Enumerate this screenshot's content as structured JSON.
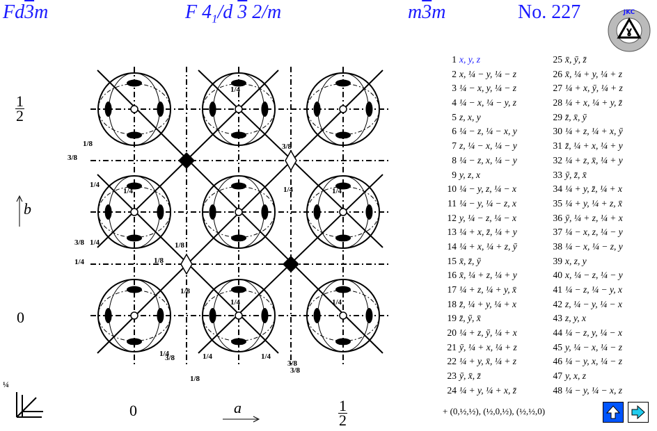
{
  "header": {
    "short_symbol": "Fd3m",
    "full_symbol": "F 41/d 3 2/m",
    "point_group": "m3m",
    "number": "No. 227"
  },
  "logo": {
    "text": "JKC",
    "icon": "jkc-logo-icon"
  },
  "diagram": {
    "axis_a": "a",
    "axis_b": "b",
    "label_left_half": "1/2",
    "label_left_zero": "0",
    "label_bottom_zero": "0",
    "label_bottom_half": "1/2",
    "fraction_labels": [
      "1/8",
      "3/8",
      "1/4",
      "3/8",
      "1/4",
      "1/8",
      "1/4",
      "1/8",
      "3/8",
      "1/4",
      "1/4",
      "1/4",
      "1/4",
      "1/4",
      "3/8",
      "1/8",
      "3/8",
      "1/4",
      "1/4",
      "1/8",
      "1/4",
      "1/4",
      "3/8"
    ]
  },
  "positions_left": [
    {
      "n": "1",
      "c": "x, y, z"
    },
    {
      "n": "2",
      "c": "x, ¼ − y, ¼ − z"
    },
    {
      "n": "3",
      "c": "¼ − x, y, ¼ − z"
    },
    {
      "n": "4",
      "c": "¼ − x, ¼ − y, z"
    },
    {
      "n": "5",
      "c": "z, x, y"
    },
    {
      "n": "6",
      "c": "¼ − z, ¼ − x, y"
    },
    {
      "n": "7",
      "c": "z, ¼ − x, ¼ − y"
    },
    {
      "n": "8",
      "c": "¼ − z, x, ¼ − y"
    },
    {
      "n": "9",
      "c": "y, z, x"
    },
    {
      "n": "10",
      "c": "¼ − y, z, ¼ − x"
    },
    {
      "n": "11",
      "c": "¼ − y, ¼ − z, x"
    },
    {
      "n": "12",
      "c": "y, ¼ − z, ¼ − x"
    },
    {
      "n": "13",
      "c": "¼ + x, z̄, ¼ + y"
    },
    {
      "n": "14",
      "c": "¼ + x, ¼ + z, ȳ"
    },
    {
      "n": "15",
      "c": "x̄, z̄, ȳ"
    },
    {
      "n": "16",
      "c": "x̄, ¼ + z, ¼ + y"
    },
    {
      "n": "17",
      "c": "¼ + z, ¼ + y, x̄"
    },
    {
      "n": "18",
      "c": "z̄, ¼ + y, ¼ + x"
    },
    {
      "n": "19",
      "c": "z̄, ȳ, x̄"
    },
    {
      "n": "20",
      "c": "¼ + z, ȳ, ¼ + x"
    },
    {
      "n": "21",
      "c": "ȳ, ¼ + x, ¼ + z"
    },
    {
      "n": "22",
      "c": "¼ + y, x̄, ¼ + z"
    },
    {
      "n": "23",
      "c": "ȳ, x̄, z̄"
    },
    {
      "n": "24",
      "c": "¼ + y, ¼ + x, z̄"
    }
  ],
  "positions_right": [
    {
      "n": "25",
      "c": "x̄, ȳ, z̄"
    },
    {
      "n": "26",
      "c": "x̄, ¼ + y, ¼ + z"
    },
    {
      "n": "27",
      "c": "¼ + x, ȳ, ¼ + z"
    },
    {
      "n": "28",
      "c": "¼ + x, ¼ + y, z̄"
    },
    {
      "n": "29",
      "c": "z̄, x̄, ȳ"
    },
    {
      "n": "30",
      "c": "¼ + z, ¼ + x, ȳ"
    },
    {
      "n": "31",
      "c": "z̄, ¼ + x, ¼ + y"
    },
    {
      "n": "32",
      "c": "¼ + z, x̄, ¼ + y"
    },
    {
      "n": "33",
      "c": "ȳ, z̄, x̄"
    },
    {
      "n": "34",
      "c": "¼ + y, z̄, ¼ + x"
    },
    {
      "n": "35",
      "c": "¼ + y, ¼ + z, x̄"
    },
    {
      "n": "36",
      "c": "ȳ, ¼ + z, ¼ + x"
    },
    {
      "n": "37",
      "c": "¼ − x, z, ¼ − y"
    },
    {
      "n": "38",
      "c": "¼ − x, ¼ − z, y"
    },
    {
      "n": "39",
      "c": "x, z, y"
    },
    {
      "n": "40",
      "c": "x, ¼ − z, ¼ − y"
    },
    {
      "n": "41",
      "c": "¼ − z, ¼ − y, x"
    },
    {
      "n": "42",
      "c": "z, ¼ − y, ¼ − x"
    },
    {
      "n": "43",
      "c": "z, y, x"
    },
    {
      "n": "44",
      "c": "¼ − z, y, ¼ − x"
    },
    {
      "n": "45",
      "c": "y, ¼ − x, ¼ − z"
    },
    {
      "n": "46",
      "c": "¼ − y, x, ¼ − z"
    },
    {
      "n": "47",
      "c": "y, x, z"
    },
    {
      "n": "48",
      "c": "¼ − y, ¼ − x, z"
    }
  ],
  "centering": "+ (0,½,½), (½,0,½), (½,½,0)",
  "nav": {
    "up_icon": "arrow-up-icon",
    "next_icon": "arrow-right-icon"
  },
  "colors": {
    "title": "#1a1aff",
    "up_button": "#0055ff",
    "next_arrow": "#22ccee"
  }
}
